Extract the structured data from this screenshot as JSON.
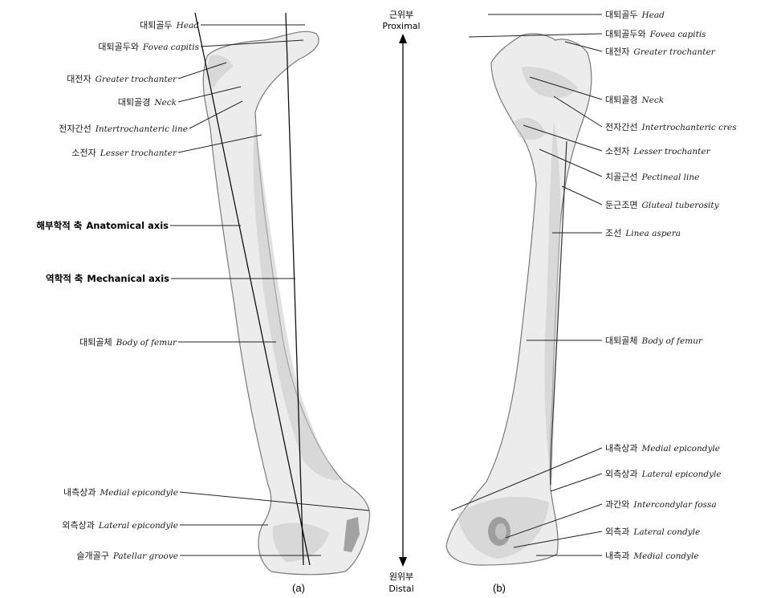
{
  "center_axis": {
    "top_ko": "근위부",
    "top_en": "Proximal",
    "bottom_ko": "원위부",
    "bottom_en": "Distal"
  },
  "panel_a": {
    "caption": "(a)",
    "labels": [
      {
        "ko": "대퇴골두",
        "en": "Head"
      },
      {
        "ko": "대퇴골두와",
        "en": "Fovea capitis"
      },
      {
        "ko": "대전자",
        "en": "Greater trochanter"
      },
      {
        "ko": "대퇴골경",
        "en": "Neck"
      },
      {
        "ko": "전자간선",
        "en": "Intertrochanteric line"
      },
      {
        "ko": "소전자",
        "en": "Lesser trochanter"
      },
      {
        "ko": "대퇴골체",
        "en": "Body of femur"
      },
      {
        "ko": "내측상과",
        "en": "Medial epicondyle"
      },
      {
        "ko": "외측상과",
        "en": "Lateral epicondyle"
      },
      {
        "ko": "슬개골구",
        "en": "Patellar groove"
      }
    ],
    "axes": [
      {
        "ko": "해부학적 축",
        "en": "Anatomical axis"
      },
      {
        "ko": "역학적 축",
        "en": "Mechanical axis"
      }
    ]
  },
  "panel_b": {
    "caption": "(b)",
    "labels": [
      {
        "ko": "대퇴골두",
        "en": "Head"
      },
      {
        "ko": "대퇴골두와",
        "en": "Fovea capitis"
      },
      {
        "ko": "대전자",
        "en": "Greater trochanter"
      },
      {
        "ko": "대퇴골경",
        "en": "Neck"
      },
      {
        "ko": "전자간선",
        "en": "Intertrochanteric cres"
      },
      {
        "ko": "소전자",
        "en": "Lesser trochanter"
      },
      {
        "ko": "치골근선",
        "en": "Pectineal line"
      },
      {
        "ko": "둔근조면",
        "en": "Gluteal tuberosity"
      },
      {
        "ko": "조선",
        "en": "Linea aspera"
      },
      {
        "ko": "대퇴골체",
        "en": "Body of femur"
      },
      {
        "ko": "내측상과",
        "en": "Medial epicondyle"
      },
      {
        "ko": "외측상과",
        "en": "Lateral epicondyle"
      },
      {
        "ko": "과간와",
        "en": "Intercondylar fossa"
      },
      {
        "ko": "외측과",
        "en": "Lateral condyle"
      },
      {
        "ko": "내측과",
        "en": "Medial condyle"
      }
    ]
  }
}
